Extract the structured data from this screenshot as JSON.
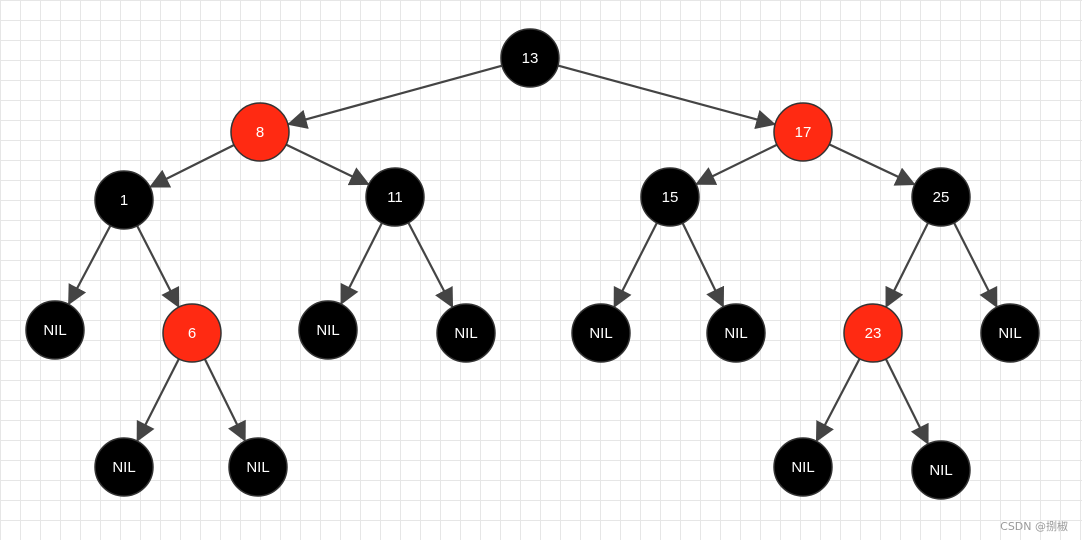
{
  "colors": {
    "red_node": "#ff2a12",
    "black_node": "#000000",
    "edge": "#444444",
    "label": "#ffffff"
  },
  "tree": {
    "nodes": [
      {
        "id": "n13",
        "label": "13",
        "color": "black"
      },
      {
        "id": "n8",
        "label": "8",
        "color": "red"
      },
      {
        "id": "n17",
        "label": "17",
        "color": "red"
      },
      {
        "id": "n1",
        "label": "1",
        "color": "black"
      },
      {
        "id": "n11",
        "label": "11",
        "color": "black"
      },
      {
        "id": "n15",
        "label": "15",
        "color": "black"
      },
      {
        "id": "n25",
        "label": "25",
        "color": "black"
      },
      {
        "id": "nil_1L",
        "label": "NIL",
        "color": "black"
      },
      {
        "id": "n6",
        "label": "6",
        "color": "red"
      },
      {
        "id": "nil_11L",
        "label": "NIL",
        "color": "black"
      },
      {
        "id": "nil_11R",
        "label": "NIL",
        "color": "black"
      },
      {
        "id": "nil_15L",
        "label": "NIL",
        "color": "black"
      },
      {
        "id": "nil_15R",
        "label": "NIL",
        "color": "black"
      },
      {
        "id": "n23",
        "label": "23",
        "color": "red"
      },
      {
        "id": "nil_25R",
        "label": "NIL",
        "color": "black"
      },
      {
        "id": "nil_6L",
        "label": "NIL",
        "color": "black"
      },
      {
        "id": "nil_6R",
        "label": "NIL",
        "color": "black"
      },
      {
        "id": "nil_23L",
        "label": "NIL",
        "color": "black"
      },
      {
        "id": "nil_23R",
        "label": "NIL",
        "color": "black"
      }
    ],
    "edges": [
      [
        "n13",
        "n8"
      ],
      [
        "n13",
        "n17"
      ],
      [
        "n8",
        "n1"
      ],
      [
        "n8",
        "n11"
      ],
      [
        "n17",
        "n15"
      ],
      [
        "n17",
        "n25"
      ],
      [
        "n1",
        "nil_1L"
      ],
      [
        "n1",
        "n6"
      ],
      [
        "n11",
        "nil_11L"
      ],
      [
        "n11",
        "nil_11R"
      ],
      [
        "n15",
        "nil_15L"
      ],
      [
        "n15",
        "nil_15R"
      ],
      [
        "n25",
        "n23"
      ],
      [
        "n25",
        "nil_25R"
      ],
      [
        "n6",
        "nil_6L"
      ],
      [
        "n6",
        "nil_6R"
      ],
      [
        "n23",
        "nil_23L"
      ],
      [
        "n23",
        "nil_23R"
      ]
    ]
  },
  "watermark": "CSDN @捌椒"
}
